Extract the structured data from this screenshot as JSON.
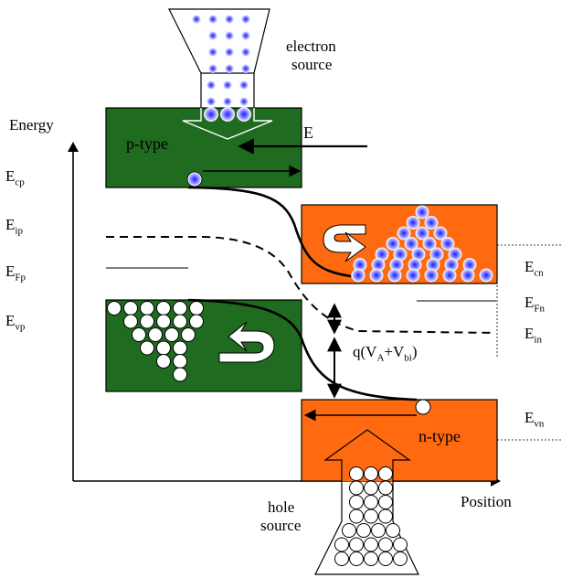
{
  "labels": {
    "energy_axis": "Energy",
    "position_axis": "Position",
    "electron_source_line1": "electron",
    "electron_source_line2": "source",
    "hole_source_line1": "hole",
    "hole_source_line2": "source",
    "p_type": "p-type",
    "n_type": "n-type",
    "field": "E",
    "voltage": {
      "prefix": "q(V",
      "sub_a": "A",
      "plus": "+V",
      "sub_bi": "bi",
      "suffix": ")"
    }
  },
  "levels_left": [
    {
      "main": "E",
      "sub": "cp"
    },
    {
      "main": "E",
      "sub": "ip"
    },
    {
      "main": "E",
      "sub": "Fp"
    },
    {
      "main": "E",
      "sub": "vp"
    }
  ],
  "levels_right": [
    {
      "main": "E",
      "sub": "cn"
    },
    {
      "main": "E",
      "sub": "Fn"
    },
    {
      "main": "E",
      "sub": "in"
    },
    {
      "main": "E",
      "sub": "vn"
    }
  ],
  "colors": {
    "p_region": "#1f6b1f",
    "n_region": "#ff6a10",
    "electron_fill": "#1a1aff",
    "hole_fill": "#ffffff",
    "line": "#000000"
  }
}
